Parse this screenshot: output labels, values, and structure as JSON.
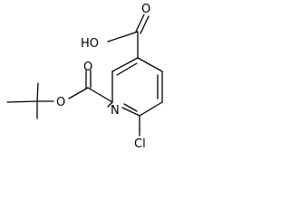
{
  "molecule": {
    "atoms": {
      "ho": "HO",
      "o_acid": "O",
      "o_ester_carbonyl": "O",
      "o_ester": "O",
      "n": "N",
      "cl": "Cl"
    }
  }
}
